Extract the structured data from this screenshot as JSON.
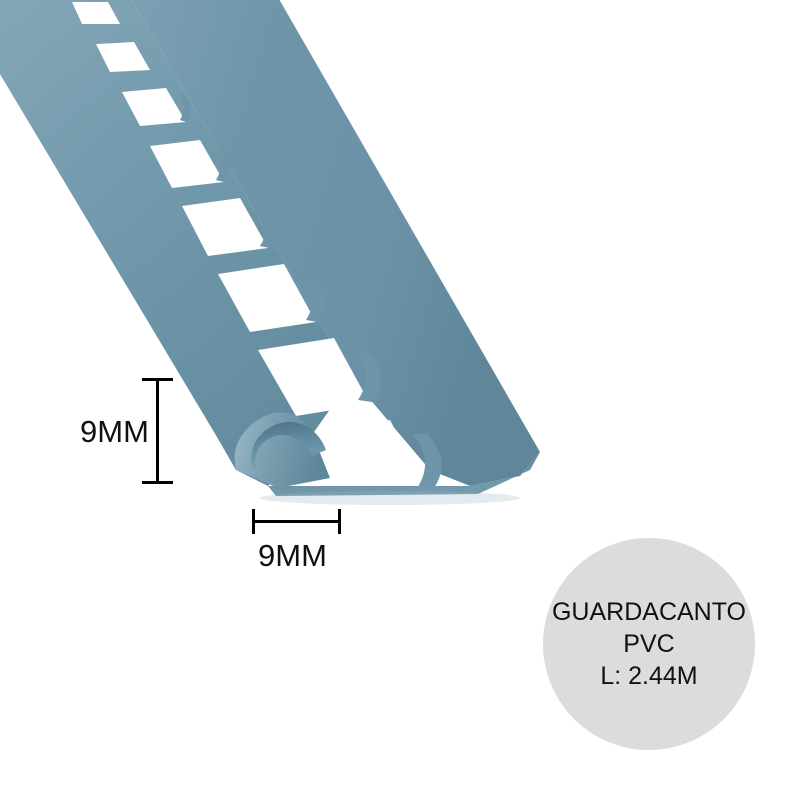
{
  "product_image": {
    "alt": "PVC tile edge trim profile, perforated anchoring leg, rounded bullnose",
    "colors": {
      "body": "#6f95a9",
      "body_light": "#85a7b8",
      "body_mid": "#5f8a9e",
      "body_shadow": "#4e7competitor",
      "background": "#ffffff"
    }
  },
  "dimensions": {
    "height": {
      "label": "9MM",
      "orientation": "vertical"
    },
    "width": {
      "label": "9MM",
      "orientation": "horizontal"
    }
  },
  "badge": {
    "name": "GUARDACANTO",
    "material": "PVC",
    "length": "L: 2.44M",
    "background_color": "#dcdcdc",
    "text_color": "#111111"
  }
}
